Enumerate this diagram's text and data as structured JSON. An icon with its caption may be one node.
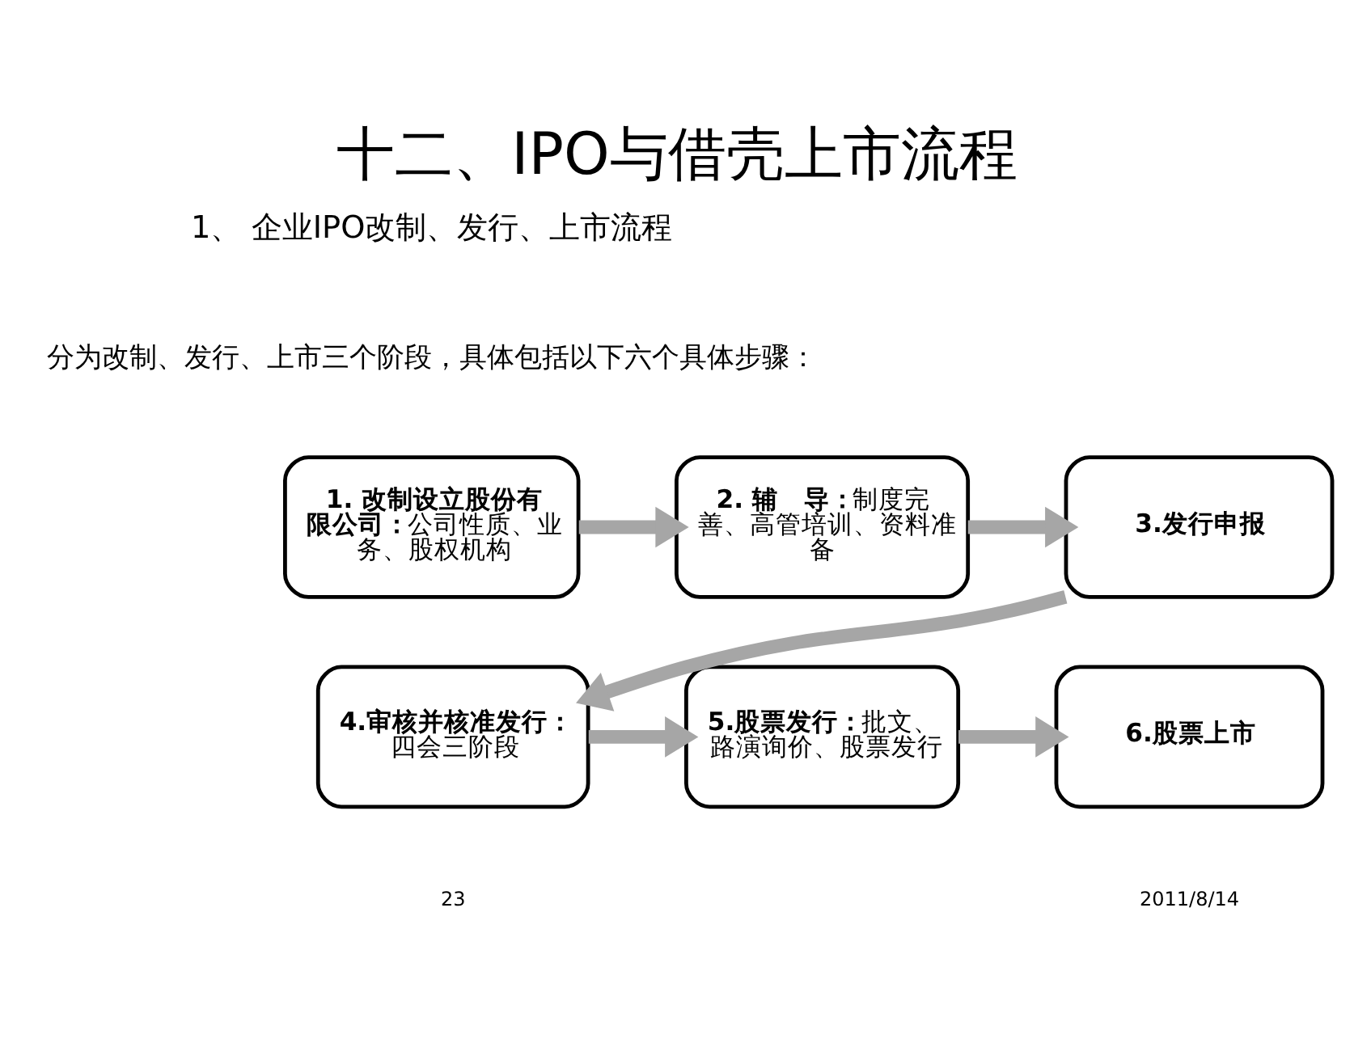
{
  "diagram": {
    "title": "十二、IPO与借壳上市流程",
    "nodes": [
      {
        "text": [
          "**1. 改制设立股份有限公司：**公司性质、业务、股权机构"
        ]
      },
      {
        "text": [
          "**2. 辅　导：**制度完善、高管培训、资料准备"
        ]
      },
      {
        "text": [
          "**3.发行申报**"
        ]
      },
      {
        "text": [
          "**4.审核并核准发行：**四会三阶段"
        ]
      },
      {
        "text": [
          "**5.股票发行：**批文、路演询价、股票发行"
        ]
      },
      {
        "text": [
          "**6.股票上市**"
        ]
      }
    ],
    "edges": [
      {
        "from": 0,
        "to": 1,
        "arrow": "to"
      },
      {
        "from": 1,
        "to": 2,
        "arrow": "to"
      },
      {
        "from": 2,
        "to": 3,
        "arrow": "to"
      },
      {
        "from": 3,
        "to": 4,
        "arrow": "to"
      },
      {
        "from": 4,
        "to": 5,
        "arrow": "to"
      }
    ],
    "labels": [
      "1、 企业IPO改制、发行、上市流程",
      "分为改制、发行、上市三个阶段，具体包括以下六个具体步骤：",
      "2011/8/14",
      "23"
    ]
  }
}
